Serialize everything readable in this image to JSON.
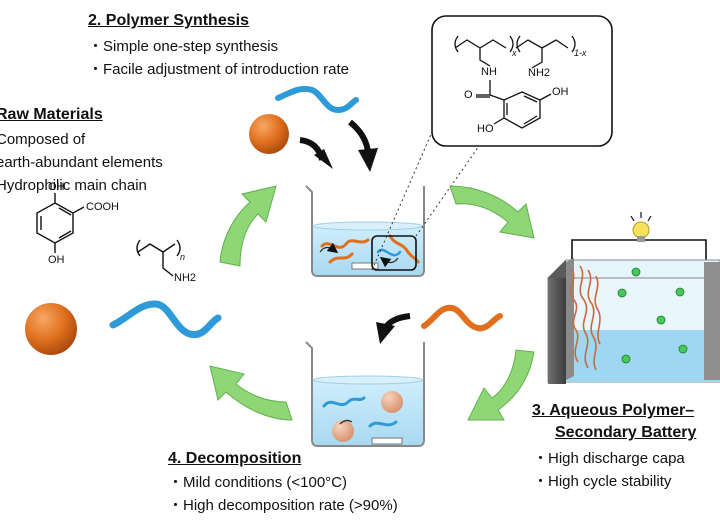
{
  "raw_materials": {
    "title": "Raw Materials",
    "bullets": [
      "Composed of",
      "earth-abundant elements",
      "Hydrophilic main chain"
    ],
    "mol1_labels": {
      "oh_top": "OH",
      "cooh": "COOH",
      "oh_bottom": "OH"
    },
    "mol2_labels": {
      "n": "n",
      "nh2": "NH2"
    }
  },
  "synthesis": {
    "title": "2. Polymer Synthesis",
    "bullets": [
      "・Simple one-step synthesis",
      "・Facile adjustment of introduction rate"
    ],
    "struct_labels": {
      "x": "x",
      "one_minus_x": "1-x",
      "nh": "NH",
      "nh2": "NH2",
      "o": "O",
      "oh_right": "OH",
      "oh_left": "HO"
    }
  },
  "battery": {
    "title_line1": "3. Aqueous Polymer–",
    "title_line2": "Secondary Battery",
    "bullets": [
      "・High discharge capa",
      "・High cycle stability"
    ]
  },
  "decomposition": {
    "title": "4. Decomposition",
    "bullets": [
      "・Mild conditions (<100°C)",
      "・High decomposition rate (>90%)"
    ]
  },
  "colors": {
    "orange": "#e0701e",
    "blue": "#2e9ad8",
    "green_arrow": "#8fd676",
    "water": "#bfe4f7",
    "black": "#111111"
  }
}
